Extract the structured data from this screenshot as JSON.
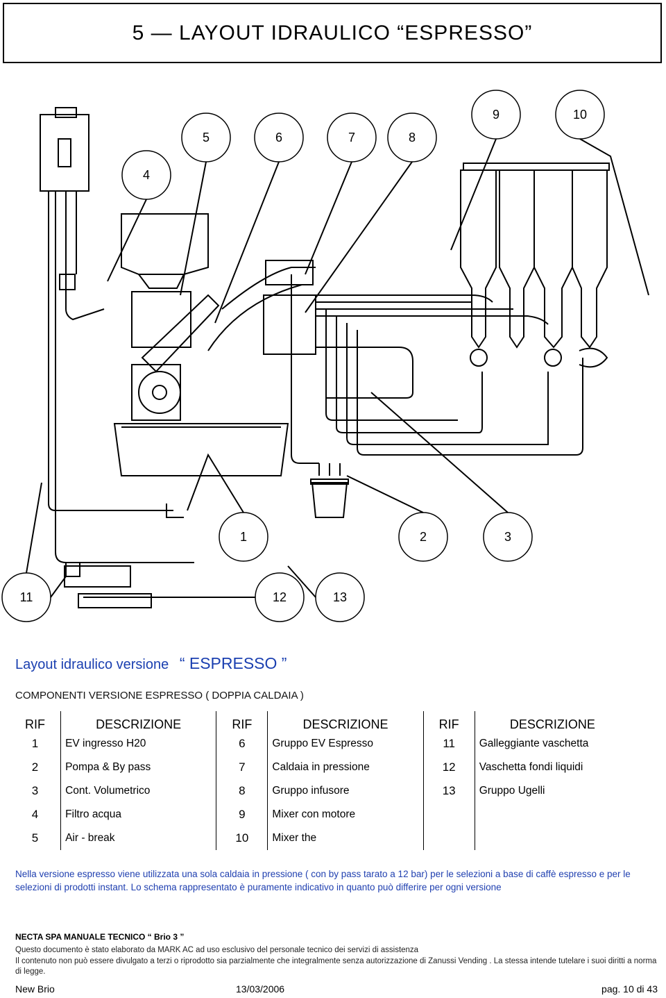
{
  "header": {
    "title": "5 — LAYOUT IDRAULICO “ESPRESSO”"
  },
  "diagram": {
    "callouts": [
      "1",
      "2",
      "3",
      "4",
      "5",
      "6",
      "7",
      "8",
      "9",
      "10",
      "11",
      "12",
      "13"
    ]
  },
  "caption": {
    "prefix": "Layout idraulico versione",
    "highlight": "“ ESPRESSO ”",
    "subtitle": "COMPONENTI VERSIONE ESPRESSO ( DOPPIA CALDAIA )"
  },
  "parts_table": {
    "headers": [
      "RIF",
      "DESCRIZIONE",
      "RIF",
      "DESCRIZIONE",
      "RIF",
      "DESCRIZIONE"
    ],
    "rows": [
      [
        "1",
        "EV ingresso H20",
        "6",
        "Gruppo EV Espresso",
        "11",
        "Galleggiante vaschetta"
      ],
      [
        "2",
        "Pompa & By pass",
        "7",
        "Caldaia in pressione",
        "12",
        "Vaschetta fondi liquidi"
      ],
      [
        "3",
        "Cont. Volumetrico",
        "8",
        "Gruppo infusore",
        "13",
        "Gruppo Ugelli"
      ],
      [
        "4",
        "Filtro acqua",
        "9",
        "Mixer con motore",
        "",
        ""
      ],
      [
        "5",
        "Air - break",
        "10",
        "Mixer the",
        "",
        ""
      ]
    ]
  },
  "note": "Nella versione espresso viene utilizzata una sola caldaia in pressione ( con by pass tarato a 12 bar) per le selezioni a base di caffè espresso e per le selezioni di prodotti instant. Lo schema rappresentato è puramente indicativo in quanto può differire per ogni versione",
  "footer": {
    "heading": "NECTA SPA    MANUALE TECNICO “ Brio 3 ”",
    "line1": "Questo documento è stato elaborato da MARK AC ad uso esclusivo del personale tecnico dei servizi di assistenza",
    "line2": "Il contenuto non può essere divulgato a terzi o riprodotto sia parzialmente che integralmente senza autorizzazione di Zanussi Vending . La stessa intende tutelare i suoi diritti a norma di legge.",
    "model": "New Brio",
    "date": "13/03/2006",
    "page_label": "pag. 10 di 43"
  }
}
